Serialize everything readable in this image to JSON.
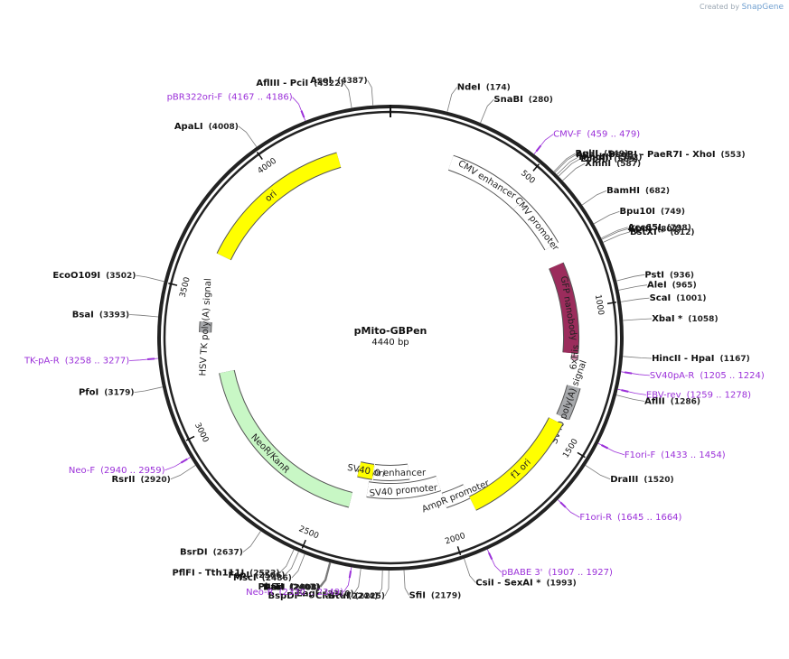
{
  "credit": {
    "created_by": "Created by",
    "brand": "SnapGene"
  },
  "plasmid": {
    "name": "pMito-GBPen",
    "size_label": "4440 bp",
    "length": 4440
  },
  "ticks": [
    {
      "label": "500",
      "bp": 500
    },
    {
      "label": "1000",
      "bp": 1000
    },
    {
      "label": "1500",
      "bp": 1500
    },
    {
      "label": "2000",
      "bp": 2000
    },
    {
      "label": "2500",
      "bp": 2500
    },
    {
      "label": "3000",
      "bp": 3000
    },
    {
      "label": "3500",
      "bp": 3500
    },
    {
      "label": "4000",
      "bp": 4000
    }
  ],
  "sites": [
    {
      "pos": "(4387)",
      "name": "AseI",
      "bp": 4387
    },
    {
      "pos": "(4322)",
      "name": "AflIII  - PciI",
      "bp": 4322
    },
    {
      "pos": "(4008)",
      "name": "ApaLI",
      "bp": 4008
    },
    {
      "pos": "(174)",
      "name": "NdeI",
      "bp": 174
    },
    {
      "pos": "(280)",
      "name": "SnaBI",
      "bp": 280
    },
    {
      "pos": "(549)",
      "name": "BglII",
      "bp": 549
    },
    {
      "pos": "(553)",
      "name": "AvaI  - BsoBI  - PaeR7I  - XhoI",
      "bp": 553
    },
    {
      "pos": "(562)",
      "name": "HindIII",
      "bp": 562
    },
    {
      "pos": "(569)",
      "name": "EcoRI",
      "bp": 569
    },
    {
      "pos": "(587)",
      "name": "XmnI",
      "bp": 587
    },
    {
      "pos": "(682)",
      "name": "BamHI",
      "bp": 682
    },
    {
      "pos": "(749)",
      "name": "Bpu10I",
      "bp": 749
    },
    {
      "pos": "(798)",
      "name": "Acc65I",
      "bp": 798
    },
    {
      "pos": "(802)",
      "name": "KpnI",
      "bp": 802
    },
    {
      "pos": "(812)",
      "name": "BstXI  *",
      "bp": 812
    },
    {
      "pos": "(936)",
      "name": "PstI",
      "bp": 936
    },
    {
      "pos": "(965)",
      "name": "AleI",
      "bp": 965
    },
    {
      "pos": "(1001)",
      "name": "ScaI",
      "bp": 1001
    },
    {
      "pos": "(1058)",
      "name": "XbaI  *",
      "bp": 1058
    },
    {
      "pos": "(1167)",
      "name": "HincII  - HpaI",
      "bp": 1167
    },
    {
      "pos": "(1286)",
      "name": "AflII",
      "bp": 1286
    },
    {
      "pos": "(1520)",
      "name": "DraIII",
      "bp": 1520
    },
    {
      "pos": "(1993)",
      "name": "CsiI  - SexAI  *",
      "bp": 1993
    },
    {
      "pos": "(2179)",
      "name": "SfiI",
      "bp": 2179
    },
    {
      "pos": "(2225)",
      "name": "StuI",
      "bp": 2225
    },
    {
      "pos": "(2244)",
      "name": "BspDI  *  - ClaI  *",
      "bp": 2244
    },
    {
      "pos": "(2310)",
      "name": "EagI",
      "bp": 2310
    },
    {
      "pos": "(2403)",
      "name": "KasI",
      "bp": 2403
    },
    {
      "pos": "(2404)",
      "name": "NarI",
      "bp": 2404
    },
    {
      "pos": "(2405)",
      "name": "SfoI",
      "bp": 2405
    },
    {
      "pos": "(2407)",
      "name": "PluTI",
      "bp": 2407
    },
    {
      "pos": "(2486)",
      "name": "MscI",
      "bp": 2486
    },
    {
      "pos": "(2506)",
      "name": "FspI",
      "bp": 2506
    },
    {
      "pos": "(2522)",
      "name": "PflFI  - Tth111I",
      "bp": 2522
    },
    {
      "pos": "(2637)",
      "name": "BsrDI",
      "bp": 2637
    },
    {
      "pos": "(2920)",
      "name": "RsrII",
      "bp": 2920
    },
    {
      "pos": "(3179)",
      "name": "PfoI",
      "bp": 3179
    },
    {
      "pos": "(3393)",
      "name": "BsaI",
      "bp": 3393
    },
    {
      "pos": "(3502)",
      "name": "EcoO109I",
      "bp": 3502
    }
  ],
  "primers": [
    {
      "name": "pBR322ori-F",
      "range": "(4167 .. 4186)",
      "bp": 4176
    },
    {
      "name": "CMV-F",
      "range": "(459 .. 479)",
      "bp": 469
    },
    {
      "name": "SV40pA-R",
      "range": "(1205 .. 1224)",
      "bp": 1214
    },
    {
      "name": "EBV-rev",
      "range": "(1259 .. 1278)",
      "bp": 1268
    },
    {
      "name": "F1ori-F",
      "range": "(1433 .. 1454)",
      "bp": 1443
    },
    {
      "name": "F1ori-R",
      "range": "(1645 .. 1664)",
      "bp": 1654
    },
    {
      "name": "pBABE 3'",
      "range": "(1907 .. 1927)",
      "bp": 1917
    },
    {
      "name": "Neo-R",
      "range": "(2330 .. 2349)",
      "bp": 2339
    },
    {
      "name": "Neo-F",
      "range": "(2940 .. 2959)",
      "bp": 2949
    },
    {
      "name": "TK-pA-R",
      "range": "(3258 .. 3277)",
      "bp": 3267
    }
  ],
  "features": [
    {
      "label": "CMV enhancer",
      "start": 235,
      "end": 540,
      "color": "#ffffff"
    },
    {
      "label": "CMV promoter",
      "start": 540,
      "end": 745,
      "color": "#ffffff"
    },
    {
      "label": "GFP nanobody",
      "start": 820,
      "end": 1170,
      "color": "#9b2c5c"
    },
    {
      "label": "6xHis",
      "start": 1175,
      "end": 1195,
      "color": "#d58fb0"
    },
    {
      "label": "SV40 poly(A) signal",
      "start": 1295,
      "end": 1415,
      "color": "#a7a9ac"
    },
    {
      "label": "f1 ori",
      "start": 1440,
      "end": 1895,
      "color": "#ffff00"
    },
    {
      "label": "AmpR promoter",
      "start": 1895,
      "end": 1995,
      "color": "#ffffff"
    },
    {
      "label": "SV40 promoter",
      "start": 1995,
      "end": 2325,
      "color": "#ffffff"
    },
    {
      "label": "SV40 enhancer",
      "start": 2125,
      "end": 2305,
      "color": "#ffffff"
    },
    {
      "label": "SV40 ori",
      "start": 2310,
      "end": 2385,
      "color": "#ffff00"
    },
    {
      "label": "NeoR/KanR",
      "start": 2390,
      "end": 3185,
      "color": "#c8f7c5"
    },
    {
      "label": "HSV TK poly(A) signal",
      "start": 3350,
      "end": 3390,
      "color": "#a7a9ac"
    },
    {
      "label": "ori",
      "start": 3650,
      "end": 4240,
      "color": "#ffff00"
    }
  ]
}
